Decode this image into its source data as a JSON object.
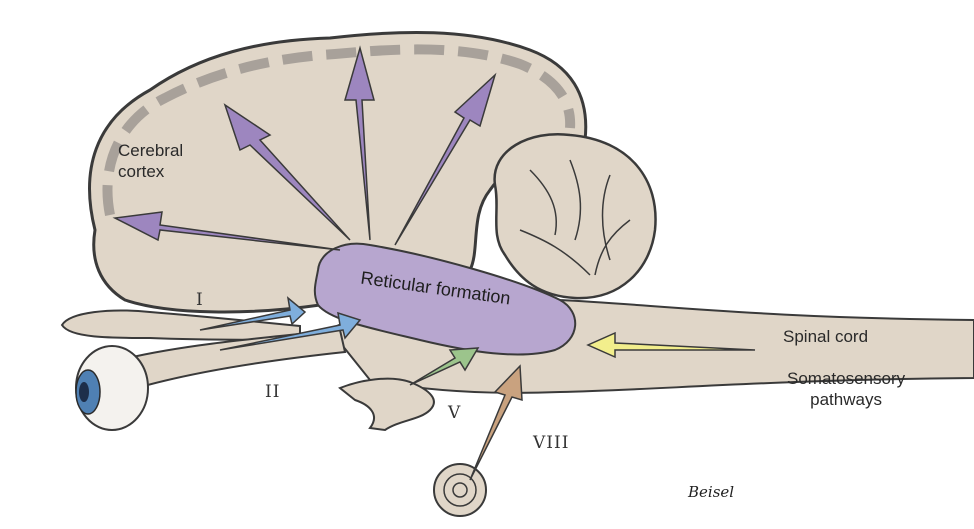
{
  "labels": {
    "cerebral_cortex": "Cerebral\ncortex",
    "reticular_formation": "Reticular formation",
    "spinal_cord": "Spinal cord",
    "somatosensory": "Somatosensory\npathways",
    "nerve_1": "I",
    "nerve_2": "II",
    "nerve_5": "V",
    "nerve_8": "VIII"
  },
  "signature": "Beisel",
  "colors": {
    "brain_fill": "#e0d6c8",
    "brain_outline": "#3a3a3a",
    "gyri_shadow": "#9a948e",
    "reticular_fill": "#b7a6cf",
    "projection_arrow": "#9d86bf",
    "optic_arrow": "#7faedc",
    "spinal_arrow": "#f2ee8c",
    "trigeminal_arrow": "#9cc48c",
    "auditory_arrow": "#c9a27f"
  }
}
